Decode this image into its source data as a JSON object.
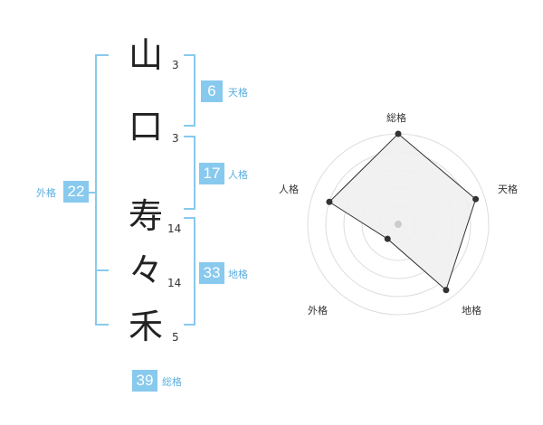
{
  "name": {
    "chars": [
      {
        "char": "山",
        "strokes": "3"
      },
      {
        "char": "口",
        "strokes": "3"
      },
      {
        "char": "寿",
        "strokes": "14"
      },
      {
        "char": "々",
        "strokes": "14"
      },
      {
        "char": "禾",
        "strokes": "5"
      }
    ]
  },
  "fortunes": {
    "ten": {
      "value": "6",
      "label": "天格"
    },
    "jin": {
      "value": "17",
      "label": "人格"
    },
    "chi": {
      "value": "33",
      "label": "地格"
    },
    "gai": {
      "value": "22",
      "label": "外格"
    },
    "sou": {
      "value": "39",
      "label": "総格"
    }
  },
  "colors": {
    "accent": "#88c9ee",
    "label": "#5aaee0",
    "radar_fill": "#efefef",
    "radar_stroke": "#333333",
    "grid": "#dddddd"
  },
  "chart_data": {
    "type": "radar",
    "axes": [
      "総格",
      "天格",
      "地格",
      "外格",
      "人格"
    ],
    "values": [
      1.0,
      0.9,
      0.9,
      0.2,
      0.8
    ],
    "rmax": 1.0,
    "grid_rings": 5
  }
}
